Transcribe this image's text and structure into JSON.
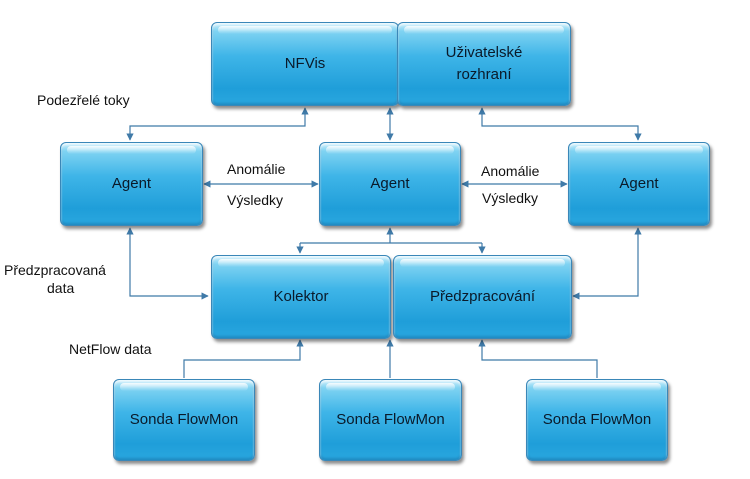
{
  "nodes": {
    "nfvis": "NFVis",
    "ui": "Uživatelské\nrozhraní",
    "agent_left": "Agent",
    "agent_center": "Agent",
    "agent_right": "Agent",
    "kolektor": "Kolektor",
    "predzpracovani": "Předzpracování",
    "sonda1": "Sonda FlowMon",
    "sonda2": "Sonda FlowMon",
    "sonda3": "Sonda FlowMon"
  },
  "edge_labels": {
    "suspicious_flows": "Podezřelé toky",
    "anomalies_left": "Anomálie",
    "results_left": "Výsledky",
    "anomalies_right": "Anomálie",
    "results_right": "Výsledky",
    "preprocessed_line1": "Předzpracovaná",
    "preprocessed_line2": "data",
    "netflow": "NetFlow data"
  },
  "colors": {
    "box_fill": "#2aa7df",
    "box_border": "#3a87b8",
    "connector": "#3f7aa8"
  }
}
